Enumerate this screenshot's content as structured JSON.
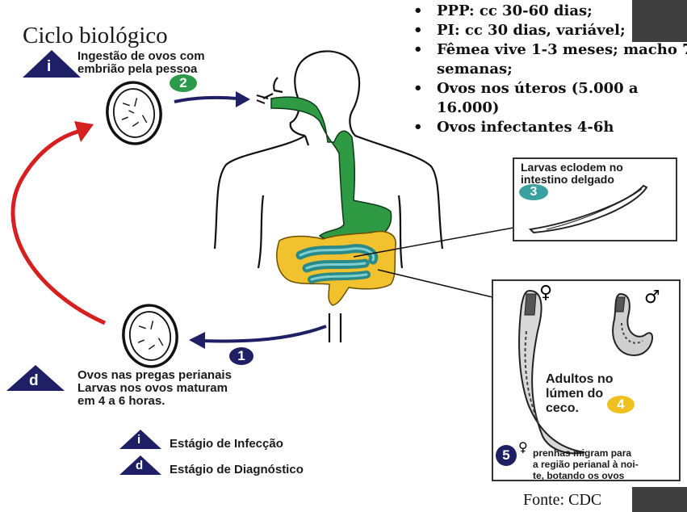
{
  "title": "Ciclo biológico",
  "facts": [
    "PPP: cc 30-60 dias;",
    "PI: cc 30 dias, variável;",
    "Fêmea vive 1-3 meses; macho 7 semanas;",
    "Ovos nos úteros (5.000 a 16.000)",
    "Ovos infectantes 4-6h"
  ],
  "source": "Fonte: CDC",
  "labels": {
    "ingestion_line1": "Ingestão de ovos com",
    "ingestion_line2": "embrião pela pessoa",
    "perianal_line1": "Ovos nas pregas perianais",
    "perianal_line2": "Larvas nos ovos maturam",
    "perianal_line3": "em 4 a 6 horas.",
    "larvae_line1": "Larvas eclodem no",
    "larvae_line2": "intestino delgado",
    "adults_line1": "Adultos no",
    "adults_line2": "lúmen do",
    "adults_line3": "ceco.",
    "migrate_line1": "prenhas migram para",
    "migrate_line2": "a região perianal à noi-",
    "migrate_line3": "te, botando os ovos"
  },
  "steps": {
    "one": "1",
    "two": "2",
    "three": "3",
    "four": "4",
    "five": "5"
  },
  "legend": {
    "i_badge": "i",
    "d_badge": "d",
    "infection": "Estágio de Infecção",
    "diagnostic": "Estágio de Diagnóstico"
  },
  "symbols": {
    "female": "♀",
    "male": "♂"
  },
  "colors": {
    "navy": "#1f1f66",
    "green_badge": "#2b9a4a",
    "esophagus_green": "#2e9a44",
    "intestine_yellow": "#f2c12e",
    "small_intestine_teal": "#3aa6a6",
    "teal_badge": "#3aa0a0",
    "yellow_badge": "#f0c020",
    "red_arrow": "#d62020"
  }
}
